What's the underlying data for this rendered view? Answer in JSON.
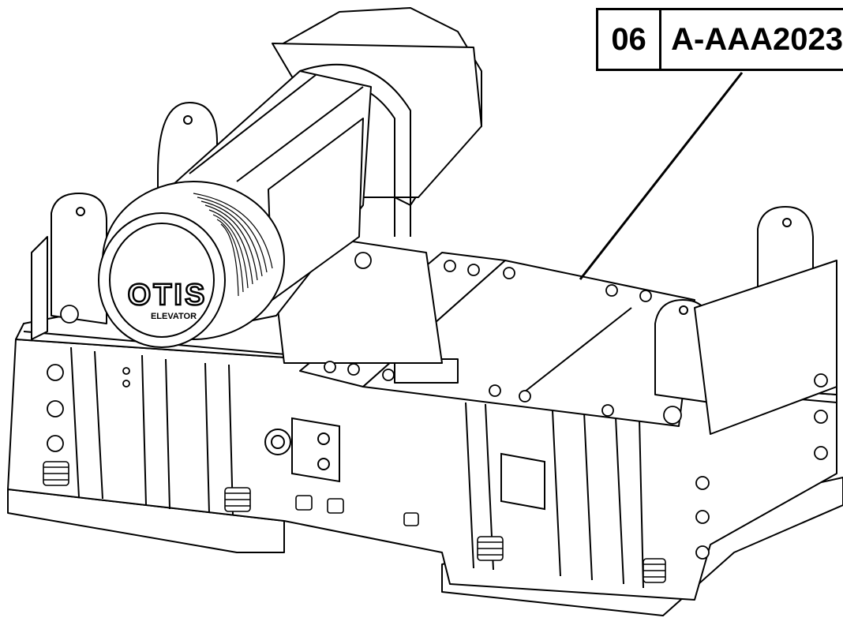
{
  "callout": {
    "number": "06",
    "code": "A-AAA2023"
  },
  "nameplate": {
    "brand": "OTIS",
    "subtext": "ELEVATOR"
  },
  "colors": {
    "line": "#000000",
    "background": "#ffffff",
    "shade": "#d8d8d8"
  }
}
